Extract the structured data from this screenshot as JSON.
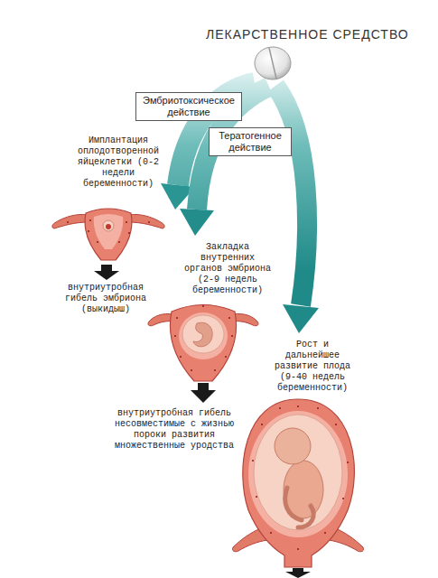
{
  "diagram": {
    "title": "ЛЕКАРСТВЕННОЕ СРЕДСТВО",
    "nodes": [
      {
        "text": [
          "Эмбриотоксическое действие"
        ]
      },
      {
        "text": [
          "Тератогенное действие"
        ]
      }
    ],
    "labels": [
      "Имплантация оплодотворенной яйцеклетки (0-2 недели беременности)",
      "внутриутробная гибель эмбриона (выкидыш)",
      "Закладка внутренних органов эмбриона (2-9 недель беременности)",
      "внутриутробная гибель несовместимые с жизнью пороки развития множественные уродства",
      "Рост и дальнейшее развитие плода (9-40 недель беременности)"
    ]
  }
}
